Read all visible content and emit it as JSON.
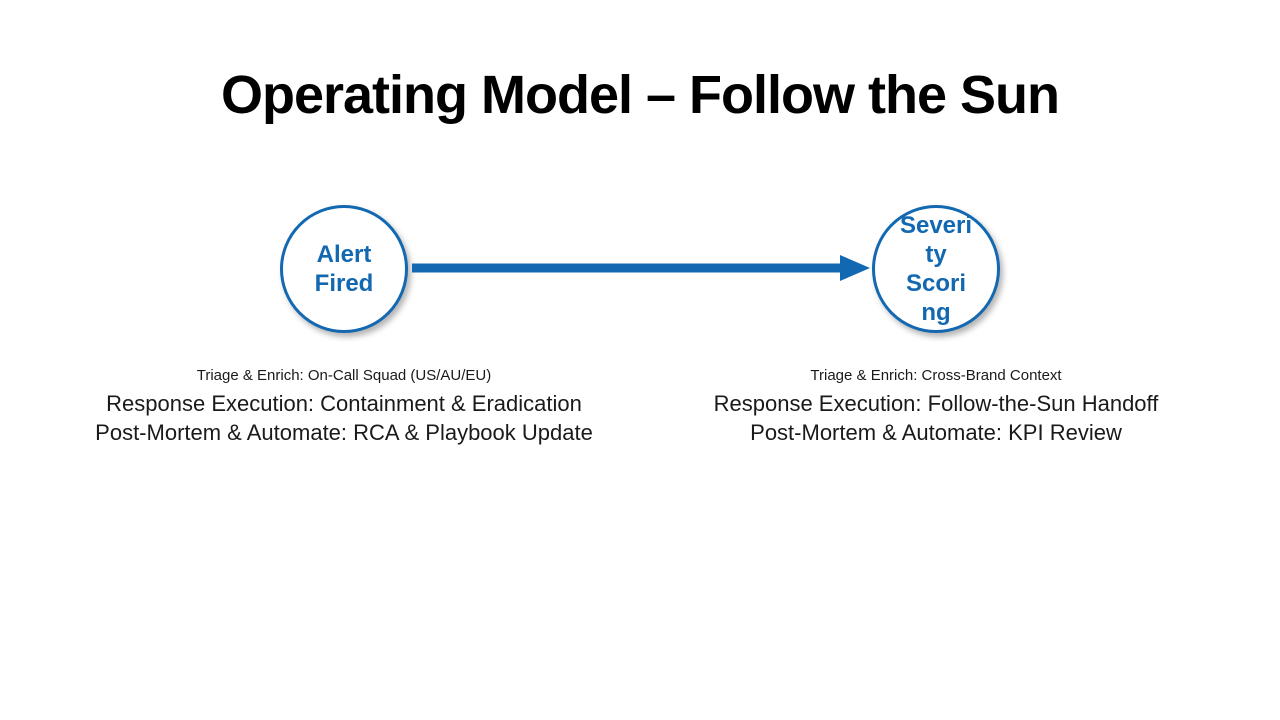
{
  "slide": {
    "title": "Operating Model – Follow the Sun"
  },
  "colors": {
    "accent_blue": "#1268B1",
    "text_dark": "#1a1a1a",
    "background": "#ffffff"
  },
  "diagram": {
    "connector": {
      "type": "arrow-right",
      "from": "Alert Fired",
      "to": "Severity Scoring"
    },
    "nodes": [
      {
        "label": "Alert Fired",
        "display_lines": {
          "0": "Alert",
          "1": "Fired"
        }
      },
      {
        "label": "Severity Scoring",
        "display_lines": {
          "0": "Severi",
          "1": "ty",
          "2": "Scori",
          "3": "ng"
        }
      }
    ]
  },
  "captions": [
    {
      "small": "Triage & Enrich: On-Call Squad (US/AU/EU)",
      "lines": {
        "0": "Response Execution: Containment & Eradication",
        "1": "Post-Mortem & Automate: RCA & Playbook Update"
      }
    },
    {
      "small": "Triage & Enrich: Cross-Brand Context",
      "lines": {
        "0": "Response Execution: Follow-the-Sun Handoff",
        "1": "Post-Mortem & Automate: KPI Review"
      }
    }
  ]
}
